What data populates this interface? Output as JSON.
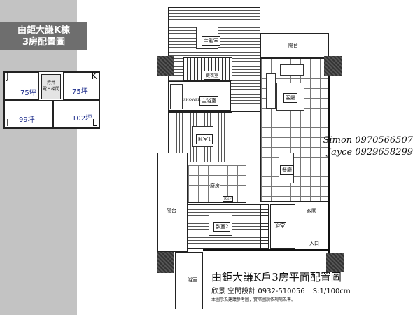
{
  "sidebar": {
    "title_line1": "由鉅大謙K棟",
    "title_line2": "3房配置圖",
    "keymap": {
      "units": [
        {
          "letter": "J",
          "area": "75坪"
        },
        {
          "letter": "K",
          "area": "75坪"
        },
        {
          "letter": "I",
          "area": "99坪"
        },
        {
          "letter": "L",
          "area": "102坪"
        }
      ],
      "core_line1": "污井",
      "core_line2": "電・梯間"
    }
  },
  "plan": {
    "rooms": {
      "master_bedroom": "主臥室",
      "closet": "更衣室",
      "master_bath": "主浴室",
      "shower": "SHOWER",
      "balcony_top": "陽台",
      "living": "客廳",
      "bedroom1": "臥室1",
      "dining": "餐廳",
      "kitchen": "廚房",
      "fridge": "REF",
      "balcony_left": "陽台",
      "bedroom2": "臥室2",
      "bath": "浴室",
      "entry_hall": "玄關",
      "entrance": "入口",
      "small_bath": "浴室"
    },
    "contact_line1": "Simon 0970566507",
    "contact_line2": "Jayce 0929658299",
    "title": "由鉅大謙K戶3房平面配置圖",
    "designer": "欣景 空間設計 0932-510056",
    "scale": "S:1/100cm",
    "note": "本圖示為建議參考圖，實際圖說依現場為準。"
  }
}
